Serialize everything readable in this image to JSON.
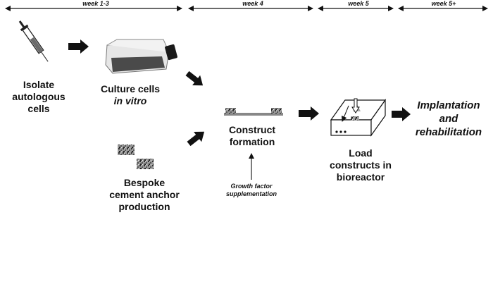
{
  "timeline": {
    "weeks": [
      "week 1-3",
      "week 4",
      "week 5",
      "week 5+"
    ]
  },
  "steps": {
    "isolate": [
      "Isolate",
      "autologous",
      "cells"
    ],
    "culture": [
      "Culture cells",
      "in vitro"
    ],
    "anchor": [
      "Bespoke",
      "cement anchor",
      "production"
    ],
    "construct": [
      "Construct",
      "formation"
    ],
    "growth": [
      "Growth factor",
      "supplementation"
    ],
    "load": [
      "Load",
      "constructs in",
      "bioreactor"
    ],
    "implant": [
      "Implantation",
      "and",
      "rehabilitation"
    ]
  },
  "icons": [
    "syringe-icon",
    "culture-flask-icon",
    "cement-anchor-icon",
    "construct-icon",
    "bioreactor-icon"
  ]
}
